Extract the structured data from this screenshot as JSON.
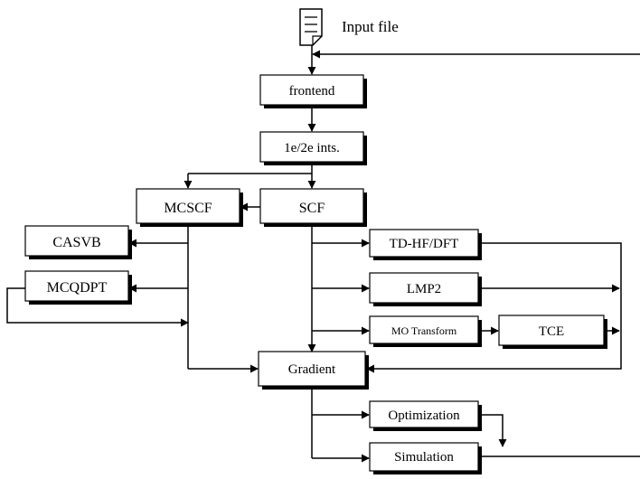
{
  "input": {
    "label": "Input file",
    "icon": "document-icon"
  },
  "nodes": {
    "frontend": "frontend",
    "ints": "1e/2e ints.",
    "mcscf": "MCSCF",
    "scf": "SCF",
    "casvb": "CASVB",
    "mcqdpt": "MCQDPT",
    "tdhf": "TD-HF/DFT",
    "lmp2": "LMP2",
    "motransform": "MO Transform",
    "tce": "TCE",
    "gradient": "Gradient",
    "optimization": "Optimization",
    "simulation": "Simulation"
  },
  "colors": {
    "line": "#000000",
    "box_fill": "#ffffff",
    "shadow": "#000000"
  }
}
